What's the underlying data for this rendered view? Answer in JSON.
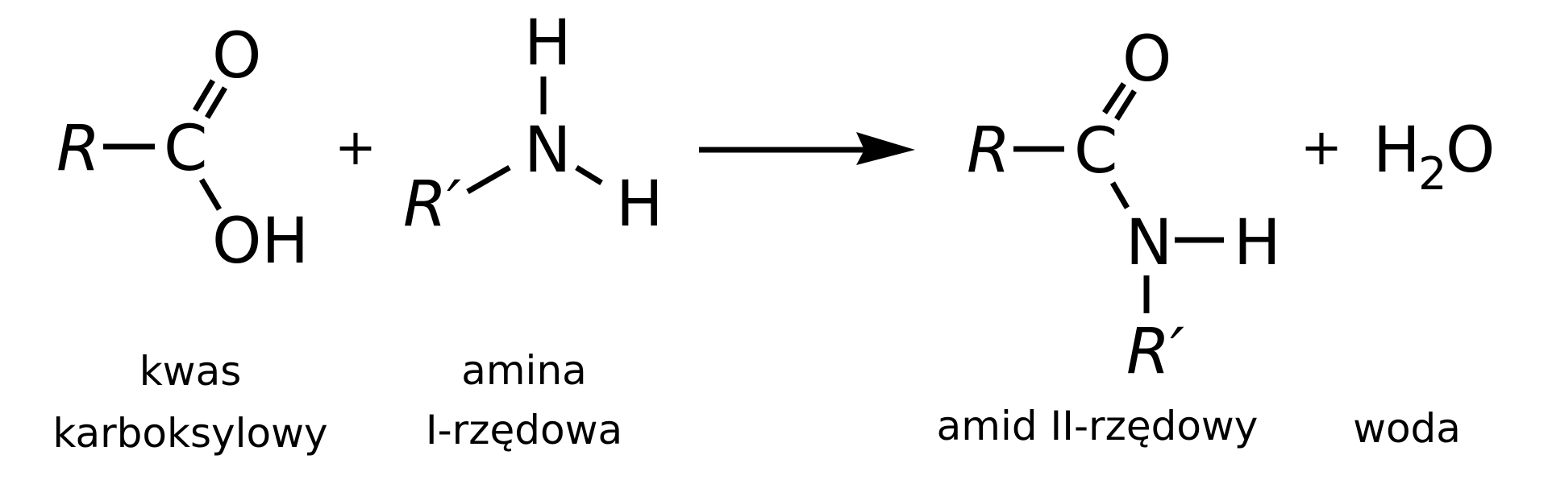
{
  "reaction": {
    "type": "amide formation (condensation)",
    "arrow": "forward-arrow",
    "operators": {
      "plus_1": "+",
      "plus_2": "+"
    },
    "reactants": [
      {
        "name": "carboxylic-acid",
        "atoms": {
          "R": "R",
          "C": "C",
          "O_double": "O",
          "OH": "OH"
        },
        "label_lines": [
          "kwas",
          "karboksylowy"
        ]
      },
      {
        "name": "primary-amine",
        "atoms": {
          "H_top": "H",
          "N": "N",
          "R_prime": "R′",
          "H_right": "H"
        },
        "label_lines": [
          "amina",
          "I-rzędowa"
        ]
      }
    ],
    "products": [
      {
        "name": "secondary-amide",
        "atoms": {
          "R": "R",
          "C": "C",
          "O_double": "O",
          "N": "N",
          "H": "H",
          "R_prime": "R′"
        },
        "label": "amid II-rzędowy"
      },
      {
        "name": "water",
        "formula": {
          "H": "H",
          "sub": "2",
          "O": "O"
        },
        "label": "woda"
      }
    ]
  },
  "colors": {
    "ink": "#000000",
    "background": "#ffffff"
  }
}
